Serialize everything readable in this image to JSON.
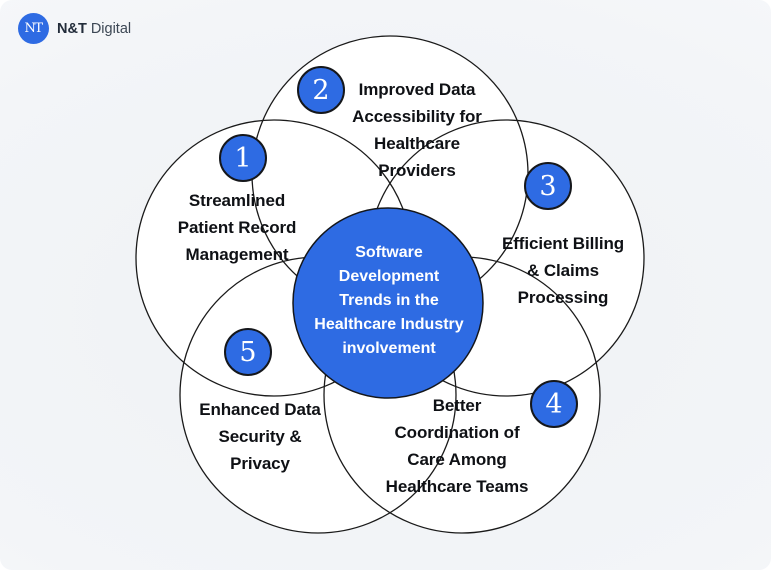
{
  "logo": {
    "monogram": "NT",
    "brand_bold": "N&T",
    "brand_light": "Digital"
  },
  "diagram": {
    "center_label": "Software\nDevelopment\nTrends in the\nHealthcare Industry\ninvolvement",
    "items": [
      {
        "number": "1",
        "label": "Streamlined\nPatient Record\nManagement"
      },
      {
        "number": "2",
        "label": "Improved Data\nAccessibility for\nHealthcare\nProviders"
      },
      {
        "number": "3",
        "label": "Efficient Billing\n& Claims\nProcessing"
      },
      {
        "number": "4",
        "label": "Better\nCoordination of\nCare Among\nHealthcare Teams"
      },
      {
        "number": "5",
        "label": "Enhanced Data\nSecurity &\nPrivacy"
      }
    ]
  },
  "colors": {
    "accent_blue": "#2E6BE3",
    "circle_stroke": "#1A1A1A",
    "text_dark": "#0F1115",
    "petal_fill": "#FFFFFF",
    "center_text_color": "#FFFFFF",
    "background": "#F2F4F7"
  }
}
